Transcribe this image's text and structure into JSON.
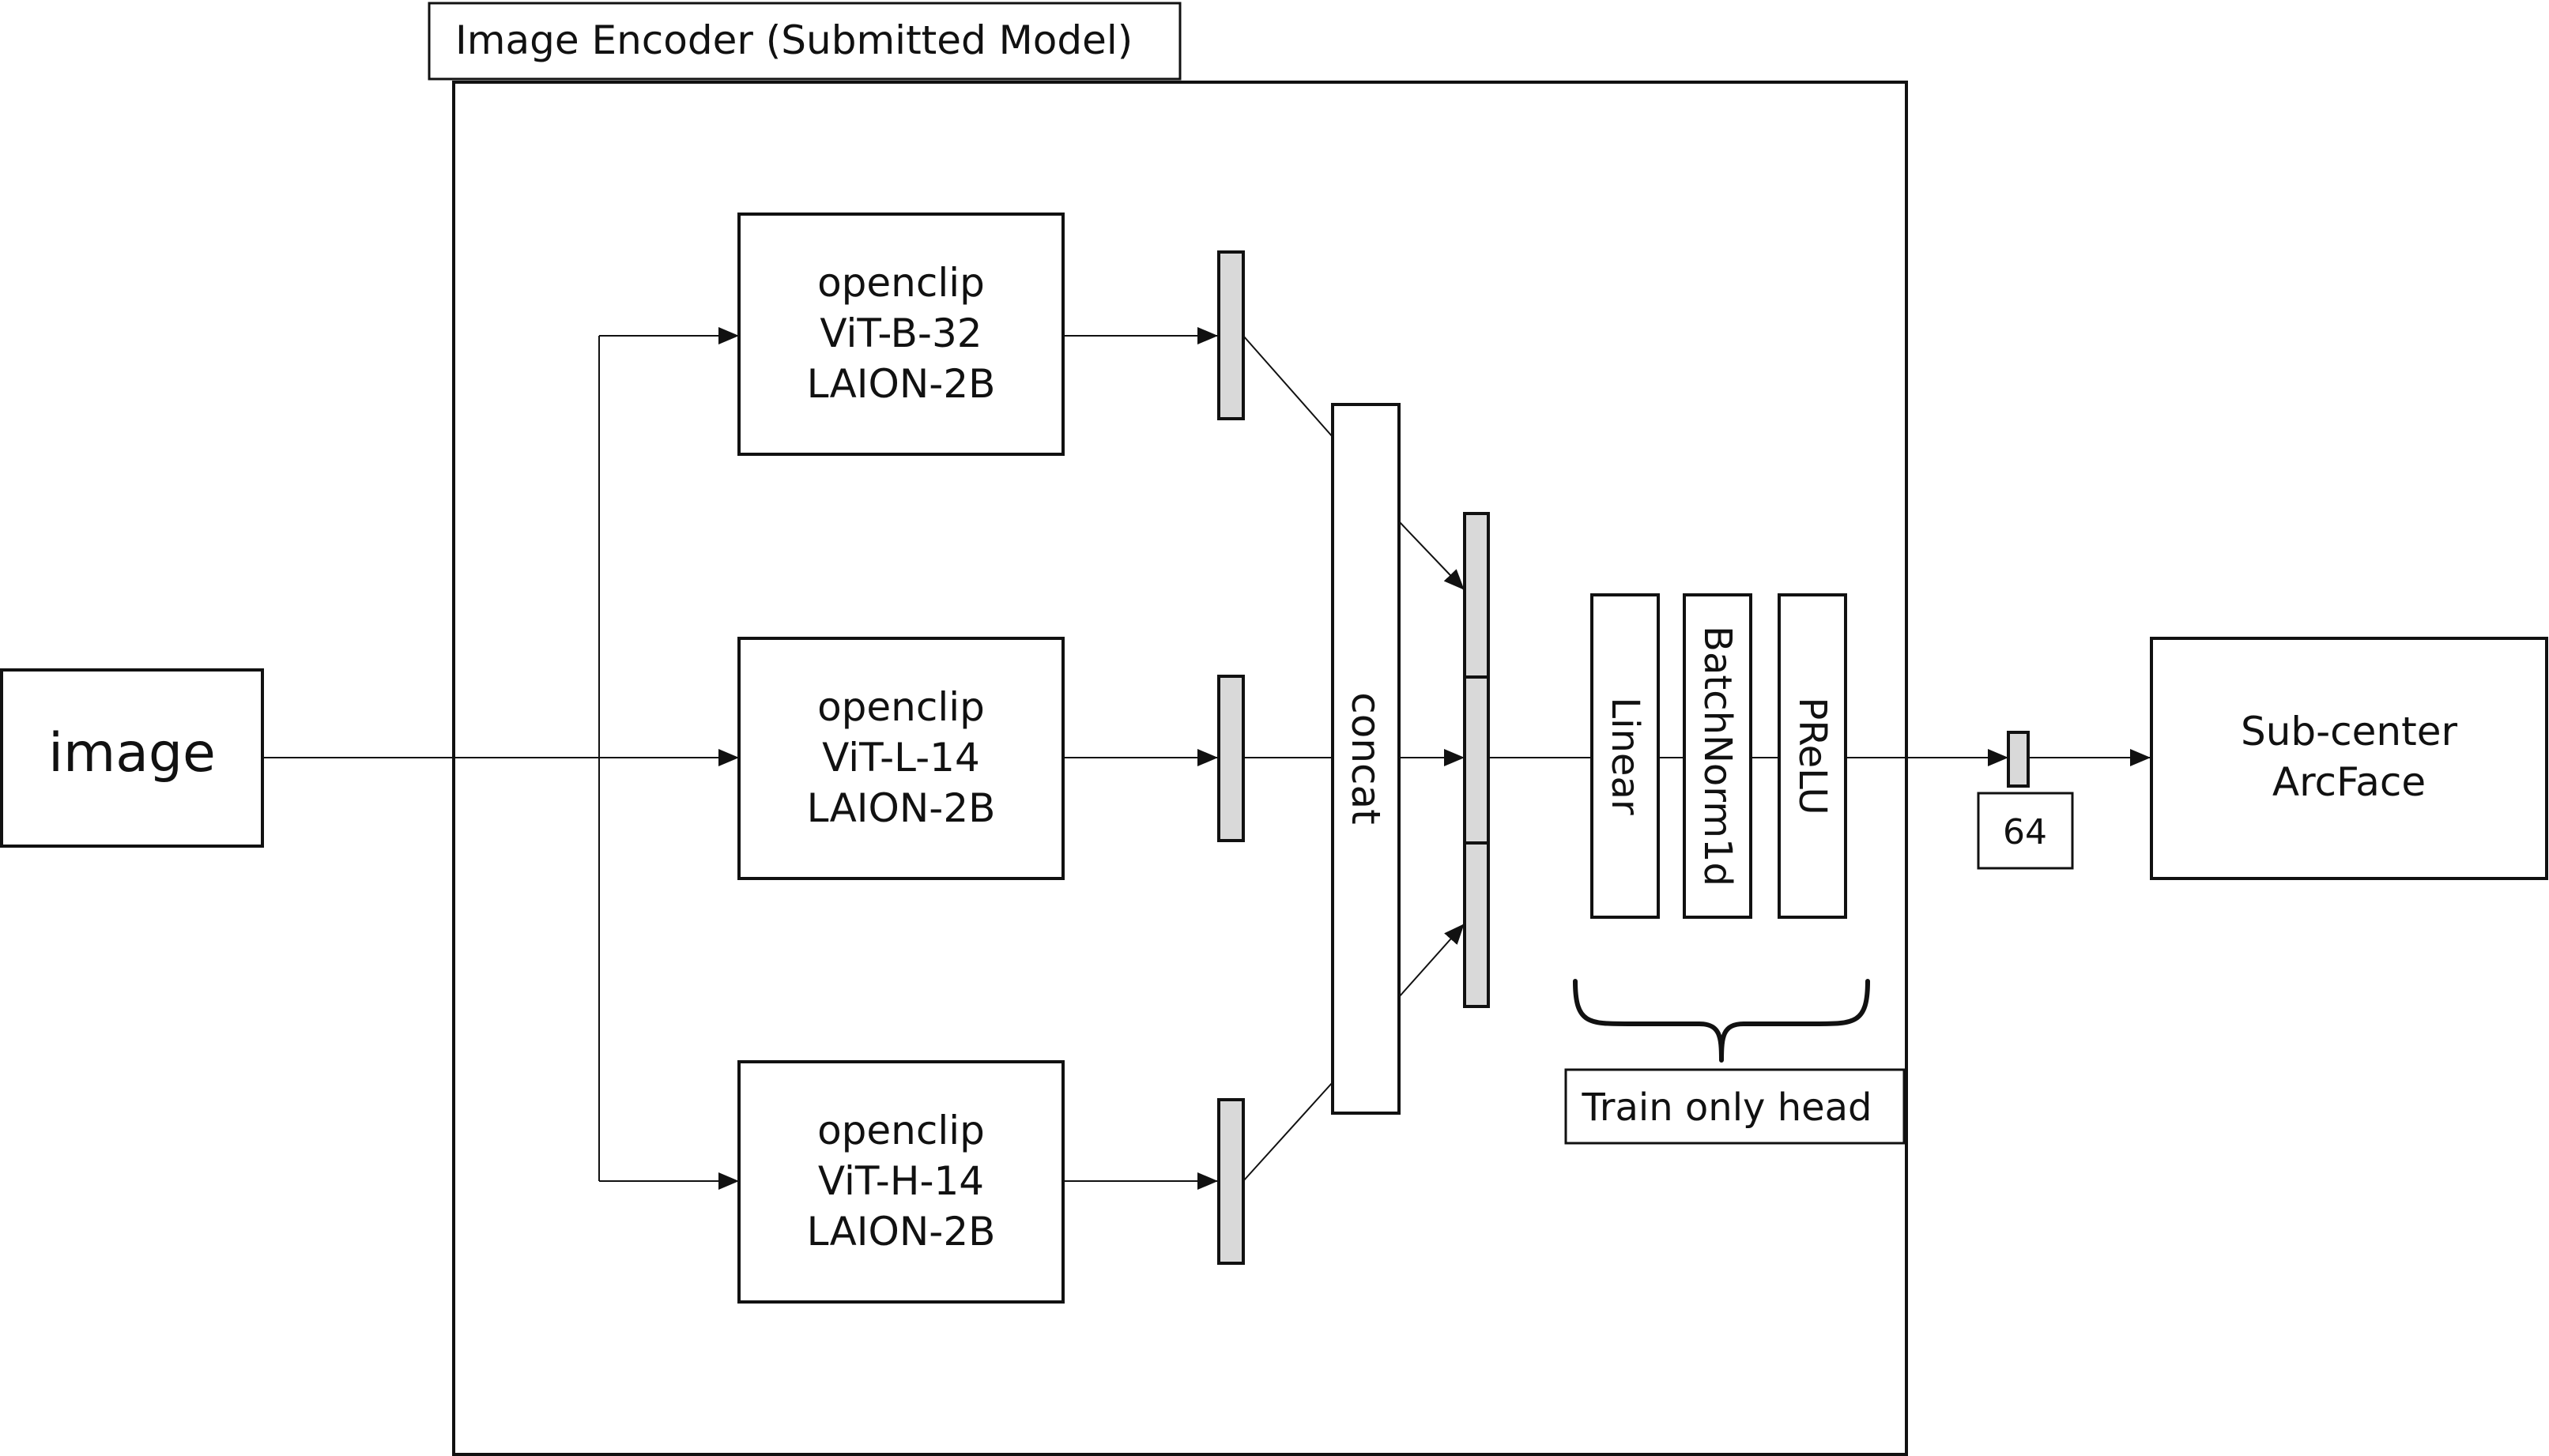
{
  "input": {
    "label": "image"
  },
  "encoder": {
    "title": "Image Encoder (Submitted Model)"
  },
  "backbones": [
    {
      "line1": "openclip",
      "line2": "ViT-B-32",
      "line3": "LAION-2B"
    },
    {
      "line1": "openclip",
      "line2": "ViT-L-14",
      "line3": "LAION-2B"
    },
    {
      "line1": "openclip",
      "line2": "ViT-H-14",
      "line3": "LAION-2B"
    }
  ],
  "concat": {
    "label": "concat"
  },
  "head": {
    "layers": [
      "Linear",
      "BatchNorm1d",
      "PReLU"
    ],
    "brace_label": "Train only head"
  },
  "embedding": {
    "dim": "64"
  },
  "output": {
    "line1": "Sub-center",
    "line2": "ArcFace"
  },
  "colors": {
    "stroke": "#111111",
    "feature_fill": "#d9d9d9",
    "background": "#ffffff"
  }
}
